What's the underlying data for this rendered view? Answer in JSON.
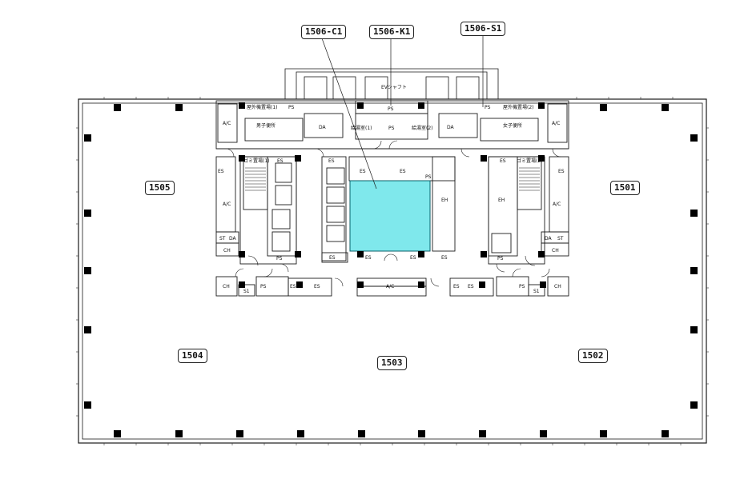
{
  "unit_tags": {
    "t1506c1": "1506-C1",
    "t1506k1": "1506-K1",
    "t1506s1": "1506-S1",
    "t1505": "1505",
    "t1501": "1501",
    "t1504": "1504",
    "t1503": "1503",
    "t1502": "1502"
  },
  "room_labels": {
    "ev_shaft": "EVシャフト",
    "outdoor_left": "屋外機置場(1)",
    "outdoor_right": "屋外機置場(2)",
    "mens_wc": "男子便所",
    "womens_wc": "女子便所",
    "kyuto1": "給湯室(1)",
    "kyuto2": "給湯室(2)",
    "ps": "PS",
    "da": "DA",
    "ac": "A/C",
    "es": "ES",
    "eh": "EH",
    "ch": "CH",
    "st": "ST",
    "st1": "S1",
    "gomi1": "ゴミ置場(1)",
    "gomi2": "ゴミ置場(2)"
  },
  "colors": {
    "highlight": "#7fe8ec",
    "line": "#1a1a1a",
    "column": "#000000"
  }
}
